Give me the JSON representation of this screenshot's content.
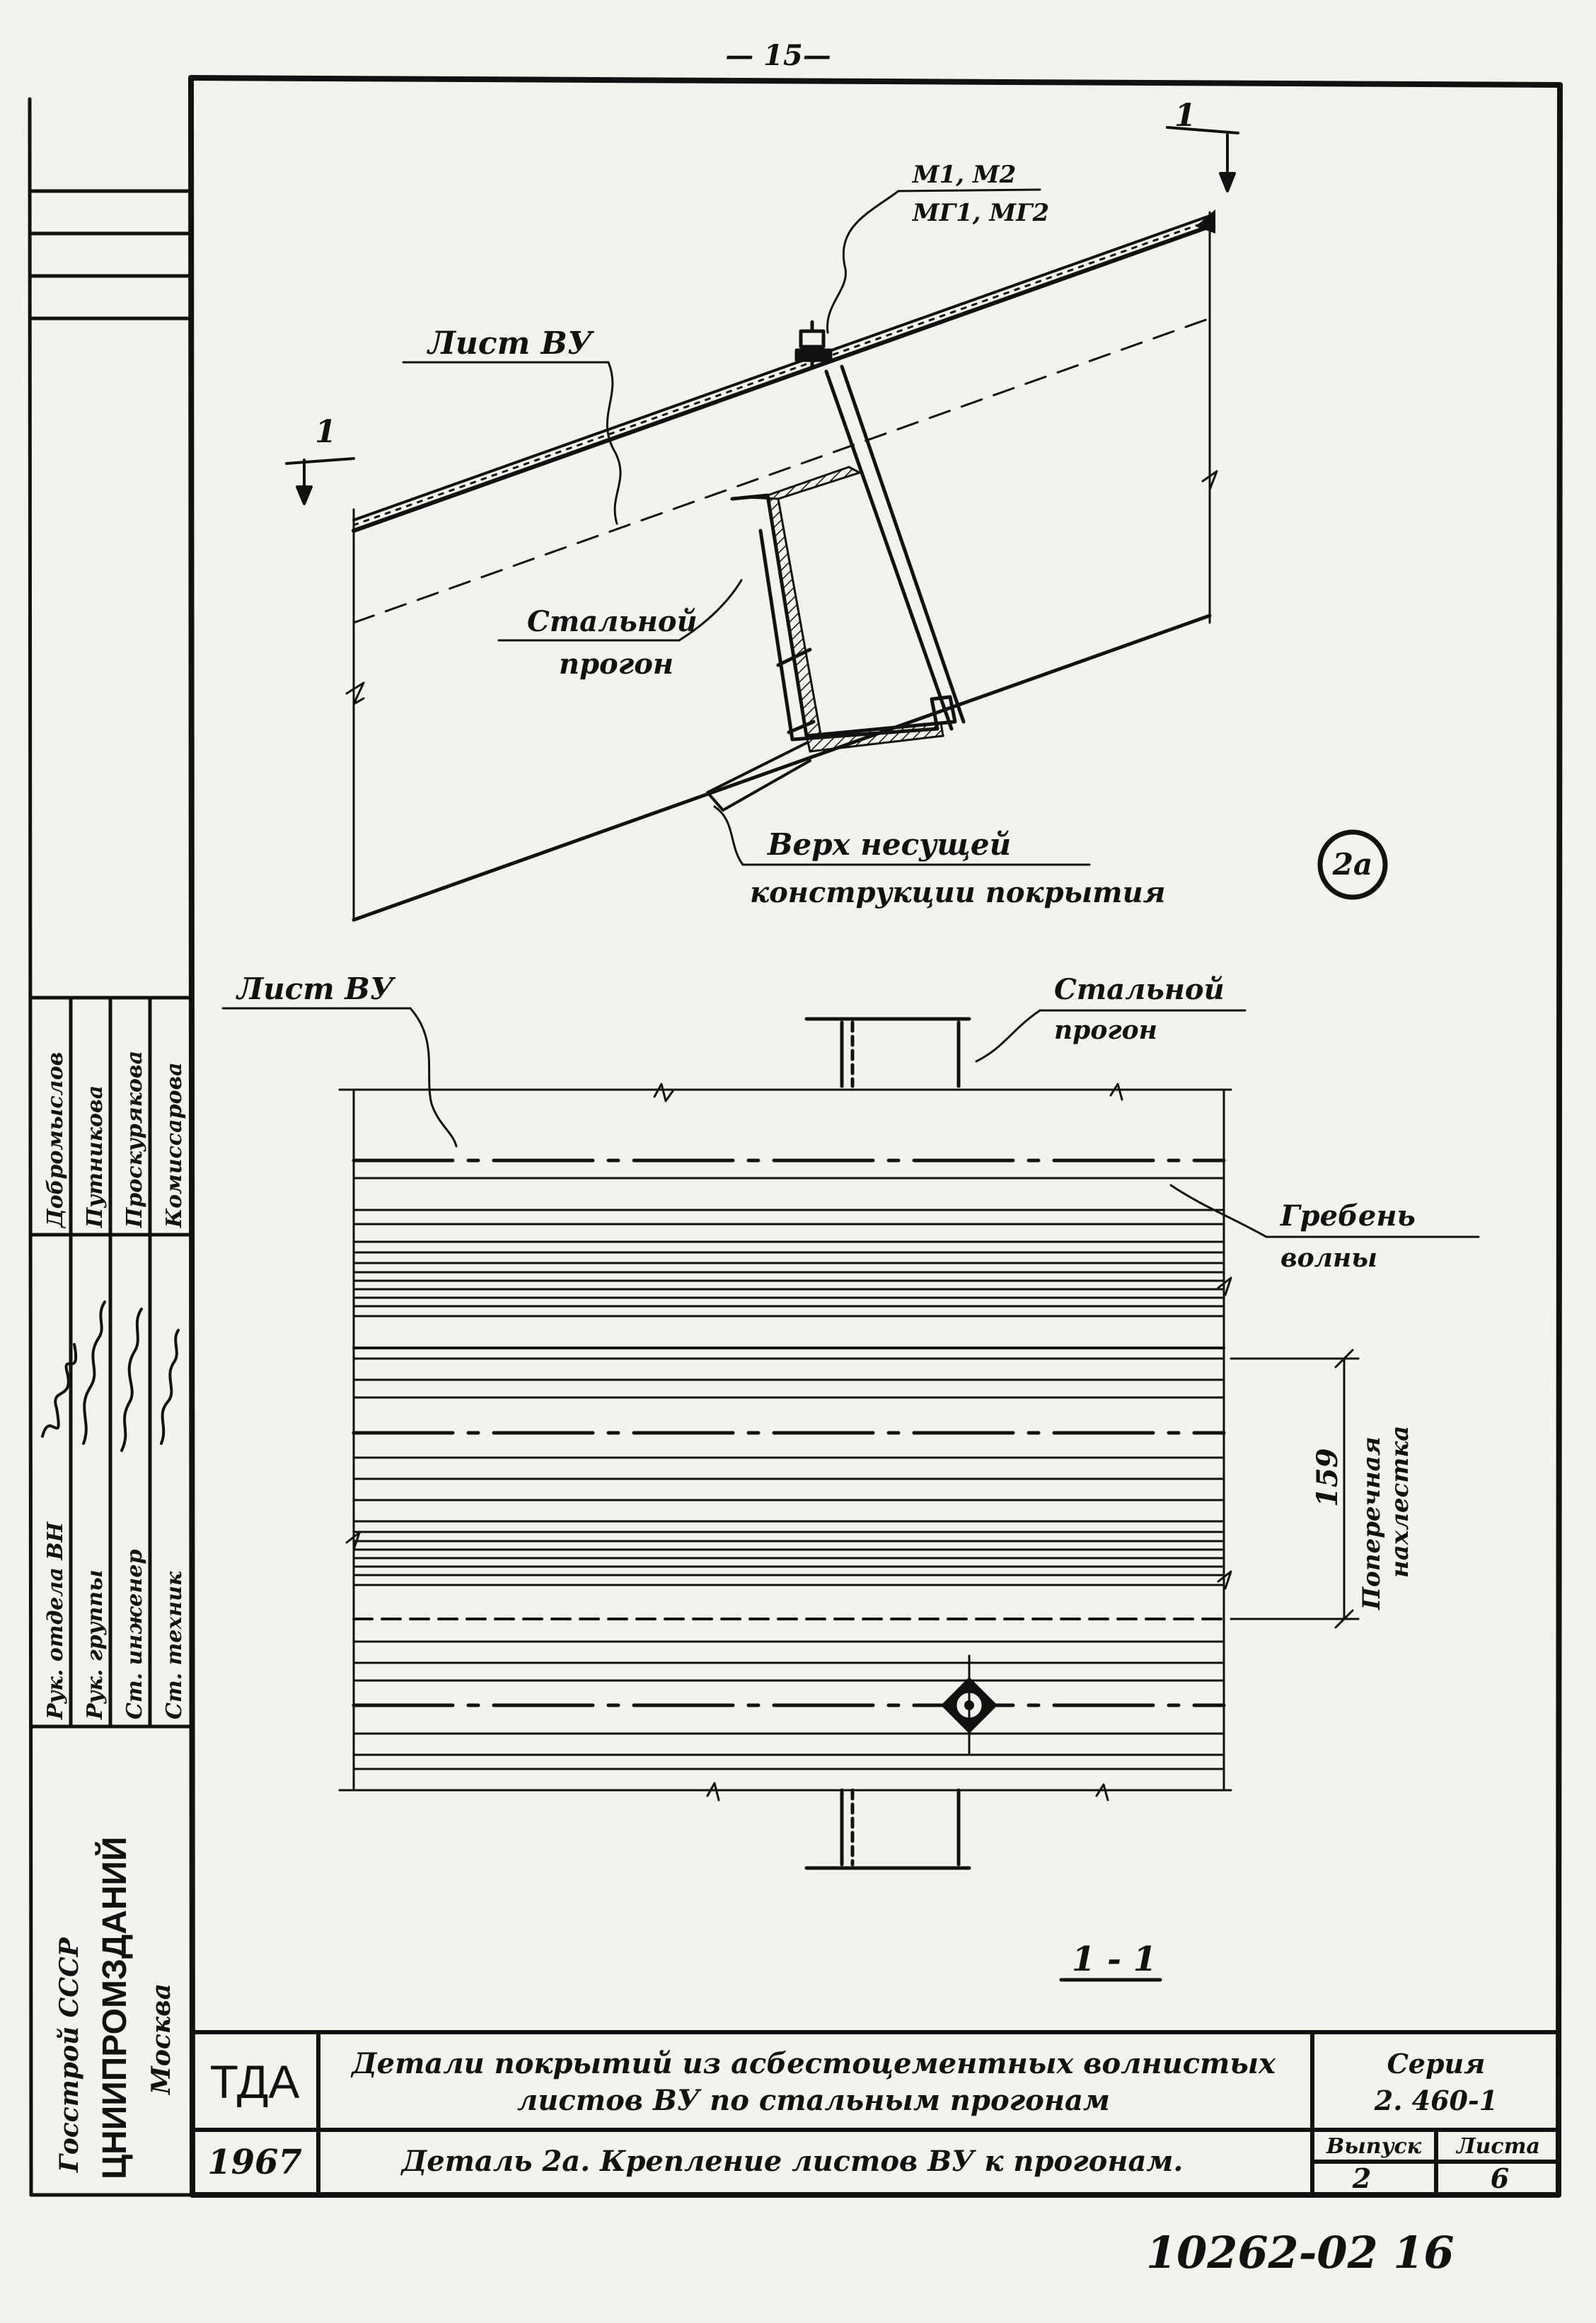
{
  "page_number": "— 15—",
  "side_panel": {
    "org_lines": [
      "Госстрой СССР",
      "ЦНИИПРОМЗДАНИЙ",
      "Москва"
    ],
    "staff": [
      {
        "role": "Рук. отдела ВН",
        "name": "Добромыслов"
      },
      {
        "role": "Рук. группы",
        "name": "Путникова"
      },
      {
        "role": "Ст. инженер",
        "name": "Проскурякова"
      },
      {
        "role": "Ст. техник",
        "name": "Комиссарова"
      }
    ]
  },
  "drawing": {
    "top_view": {
      "section_mark_left": "1",
      "section_mark_right": "1",
      "fastener_label_top": "М1, М2",
      "fastener_label_bottom": "МГ1, МГ2",
      "sheet_label": "Лист ВУ",
      "purlin_label_line1": "Стальной",
      "purlin_label_line2": "прогон",
      "support_label_line1": "Верх    несущей",
      "support_label_line2": "конструкции покрытия",
      "detail_number": "2а"
    },
    "bottom_view": {
      "sheet_label": "Лист ВУ",
      "purlin_label_line1": "Стальной",
      "purlin_label_line2": "прогон",
      "crest_label_line1": "Гребень",
      "crest_label_line2": "волны",
      "overlap_dimension": "159",
      "overlap_label_line1": "Поперечная",
      "overlap_label_line2": "нахлестка",
      "section_caption": "1 - 1"
    }
  },
  "title_block": {
    "org_code": "ТДА",
    "year": "1967",
    "title_line1": "Детали   покрытий из асбестоцементных волнистых",
    "title_line2": "листов ВУ по стальным прогонам",
    "subtitle": "Деталь 2а.  Крепление  листов ВУ к прогонам.",
    "series_label": "Серия",
    "series_value": "2. 460-1",
    "issue_label": "Выпуск",
    "issue_value": "2",
    "sheet_label": "Листа",
    "sheet_value": "6"
  },
  "document_number": "10262-02   16"
}
